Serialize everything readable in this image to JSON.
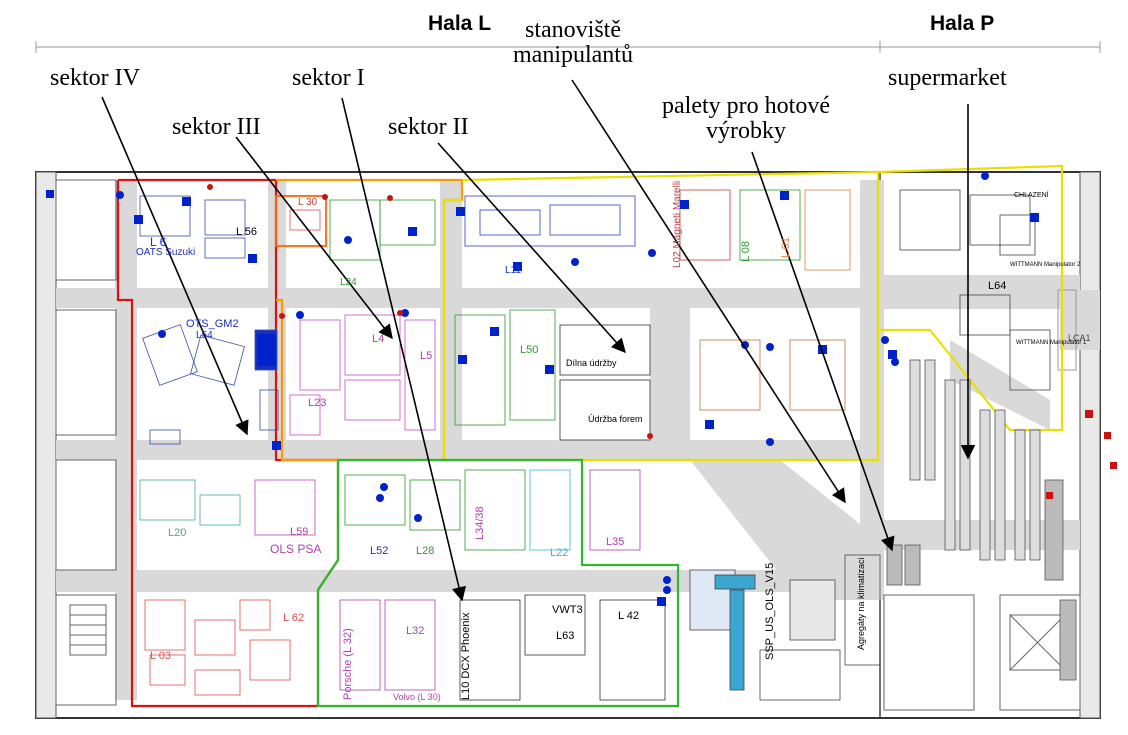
{
  "halls": {
    "left": "Hala L",
    "right": "Hala P"
  },
  "labels": {
    "sektor_iv": "sektor IV",
    "sektor_i": "sektor I",
    "sektor_iii": "sektor III",
    "sektor_ii": "sektor II",
    "stanoviste_line1": "stanoviště",
    "stanoviste_line2": "manipulantů",
    "palety_line1": "palety pro hotové",
    "palety_line2": "výrobky",
    "supermarket": "supermarket"
  },
  "lines": [
    {
      "id": "L6",
      "text": "L 6"
    },
    {
      "id": "OATS",
      "text": "OATS Suzuki"
    },
    {
      "id": "L56",
      "text": "L 56"
    },
    {
      "id": "L30",
      "text": "L 30"
    },
    {
      "id": "L24",
      "text": "L24"
    },
    {
      "id": "L11",
      "text": "L11"
    },
    {
      "id": "L02",
      "text": "L02 Magneti Marelli"
    },
    {
      "id": "L08",
      "text": "L 08"
    },
    {
      "id": "L01",
      "text": "L 01"
    },
    {
      "id": "OTS_GM2",
      "text": "OTS_GM2"
    },
    {
      "id": "L54",
      "text": "L54"
    },
    {
      "id": "L4",
      "text": "L4"
    },
    {
      "id": "L5",
      "text": "L5"
    },
    {
      "id": "L23",
      "text": "L23"
    },
    {
      "id": "L50",
      "text": "L50"
    },
    {
      "id": "L64",
      "text": "L64"
    },
    {
      "id": "LCA1",
      "text": "LCA1"
    },
    {
      "id": "L20",
      "text": "L20"
    },
    {
      "id": "L59",
      "text": "L59"
    },
    {
      "id": "OLS_PSA",
      "text": "OLS PSA"
    },
    {
      "id": "L52",
      "text": "L52"
    },
    {
      "id": "L28",
      "text": "L28"
    },
    {
      "id": "L34_38",
      "text": "L34/38"
    },
    {
      "id": "L22",
      "text": "L22"
    },
    {
      "id": "L35",
      "text": "L35"
    },
    {
      "id": "L03",
      "text": "L 03"
    },
    {
      "id": "L62",
      "text": "L 62"
    },
    {
      "id": "L32",
      "text": "L32"
    },
    {
      "id": "Porsche",
      "text": "Porsche (L 32)"
    },
    {
      "id": "Volvo",
      "text": "Volvo (L 30)"
    },
    {
      "id": "L10",
      "text": "L10 DCX Phoenix"
    },
    {
      "id": "VWT3",
      "text": "VWT3"
    },
    {
      "id": "L63",
      "text": "L63"
    },
    {
      "id": "L42",
      "text": "L 42"
    },
    {
      "id": "SSP",
      "text": "SSP_US_OLS_V15"
    }
  ],
  "rooms": {
    "dilna": "Dílna údržby",
    "udrzba": "Údržba forem",
    "agregaty": "Agregáty na klimatizaci",
    "chlazeni": "CHLAZENÍ",
    "wittmann1": "WITTMANN Manipulator 2",
    "wittmann2": "WITTMANN Manipulator 1"
  },
  "colors": {
    "sektor_i": "#2eb82e",
    "sektor_ii": "#e8e000",
    "sektor_iii": "#ff9900",
    "sektor_iv": "#dd1111",
    "aisle": "#d9d9d9",
    "machine_marker": "#0022cc"
  }
}
